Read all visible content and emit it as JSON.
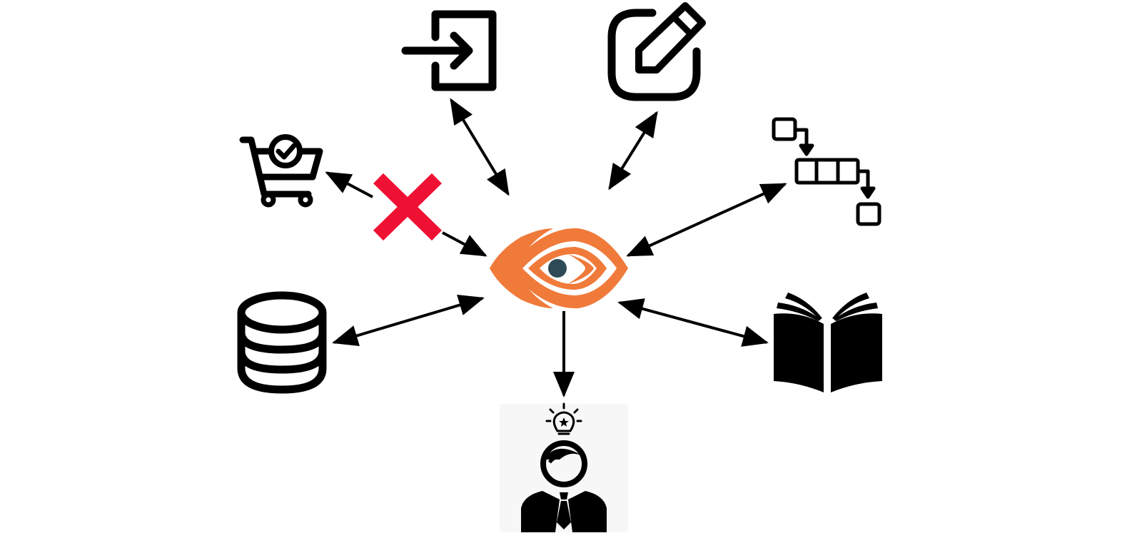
{
  "diagram": {
    "center": {
      "icon": "eye-logo-icon",
      "accent": "#F07A3A",
      "pupil": "#2E4A57"
    },
    "nodes": [
      {
        "id": "login",
        "icon": "login-icon",
        "connection": "bidirectional"
      },
      {
        "id": "edit",
        "icon": "edit-icon",
        "connection": "bidirectional"
      },
      {
        "id": "cart",
        "icon": "shopping-cart-check-icon",
        "connection": "blocked"
      },
      {
        "id": "process-flow",
        "icon": "process-flow-icon",
        "connection": "bidirectional"
      },
      {
        "id": "database",
        "icon": "database-icon",
        "connection": "bidirectional"
      },
      {
        "id": "book",
        "icon": "open-book-icon",
        "connection": "bidirectional"
      },
      {
        "id": "person",
        "icon": "person-idea-icon",
        "connection": "outgoing"
      }
    ],
    "blocked_marker": {
      "icon": "red-x-icon",
      "color": "#EE1133"
    },
    "arrow_color": "#000000"
  }
}
